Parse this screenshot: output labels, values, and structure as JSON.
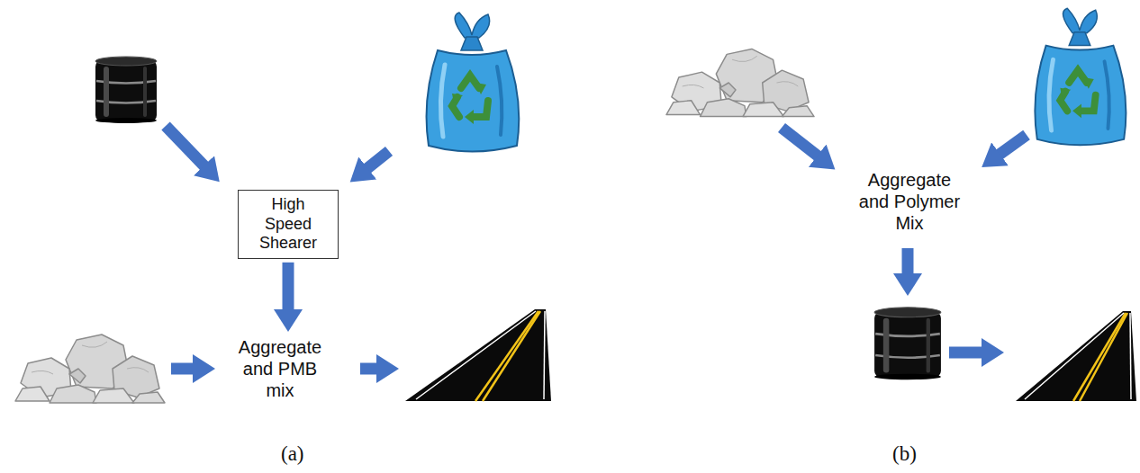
{
  "diagram": {
    "nodes": [
      {
        "text": [
          "High Speed Shearer"
        ]
      },
      {
        "text": [
          "Aggregate and PMB mix"
        ]
      },
      {
        "text": [
          "Aggregate and Polymer Mix"
        ]
      }
    ],
    "edges": [
      {
        "from": 0,
        "to": 1,
        "arrow": "to"
      }
    ],
    "labels": [
      "(a)",
      "(b)"
    ]
  }
}
